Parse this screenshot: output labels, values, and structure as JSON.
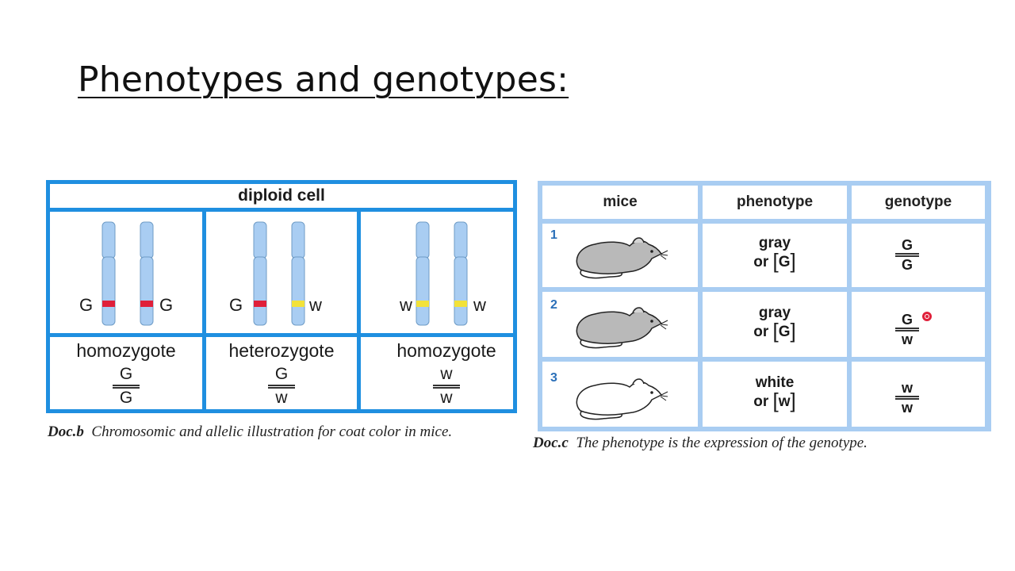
{
  "slide": {
    "title": "Phenotypes and genotypes:"
  },
  "docb": {
    "header": "diploid cell",
    "cells": [
      {
        "label": "homozygote",
        "numerator": "G",
        "denominator": "G",
        "left_allele": "G",
        "right_allele": "G"
      },
      {
        "label": "heterozygote",
        "numerator": "G",
        "denominator": "w",
        "left_allele": "G",
        "right_allele": "w"
      },
      {
        "label": "homozygote",
        "numerator": "w",
        "denominator": "w",
        "left_allele": "w",
        "right_allele": "w"
      }
    ],
    "caption_tag": "Doc.b",
    "caption_text": "Chromosomic and allelic illustration for coat color in mice.",
    "colors": {
      "border": "#1f8fe0",
      "chromosome": "#a9cdf2",
      "allele_G": "#e0203a",
      "allele_w": "#f2e23a"
    }
  },
  "docc": {
    "headers": {
      "mice": "mice",
      "phenotype": "phenotype",
      "genotype": "genotype"
    },
    "rows": [
      {
        "num": "1",
        "phenotype_word": "gray",
        "phenotype_or": "or",
        "phenotype_allele": "G",
        "numerator": "G",
        "denominator": "G"
      },
      {
        "num": "2",
        "phenotype_word": "gray",
        "phenotype_or": "or",
        "phenotype_allele": "G",
        "numerator": "G",
        "denominator": "w"
      },
      {
        "num": "3",
        "phenotype_word": "white",
        "phenotype_or": "or",
        "phenotype_allele": "w",
        "numerator": "w",
        "denominator": "w"
      }
    ],
    "caption_tag": "Doc.c",
    "caption_text": "The phenotype is the expression of the genotype.",
    "colors": {
      "grid": "#a9cdf2"
    }
  }
}
